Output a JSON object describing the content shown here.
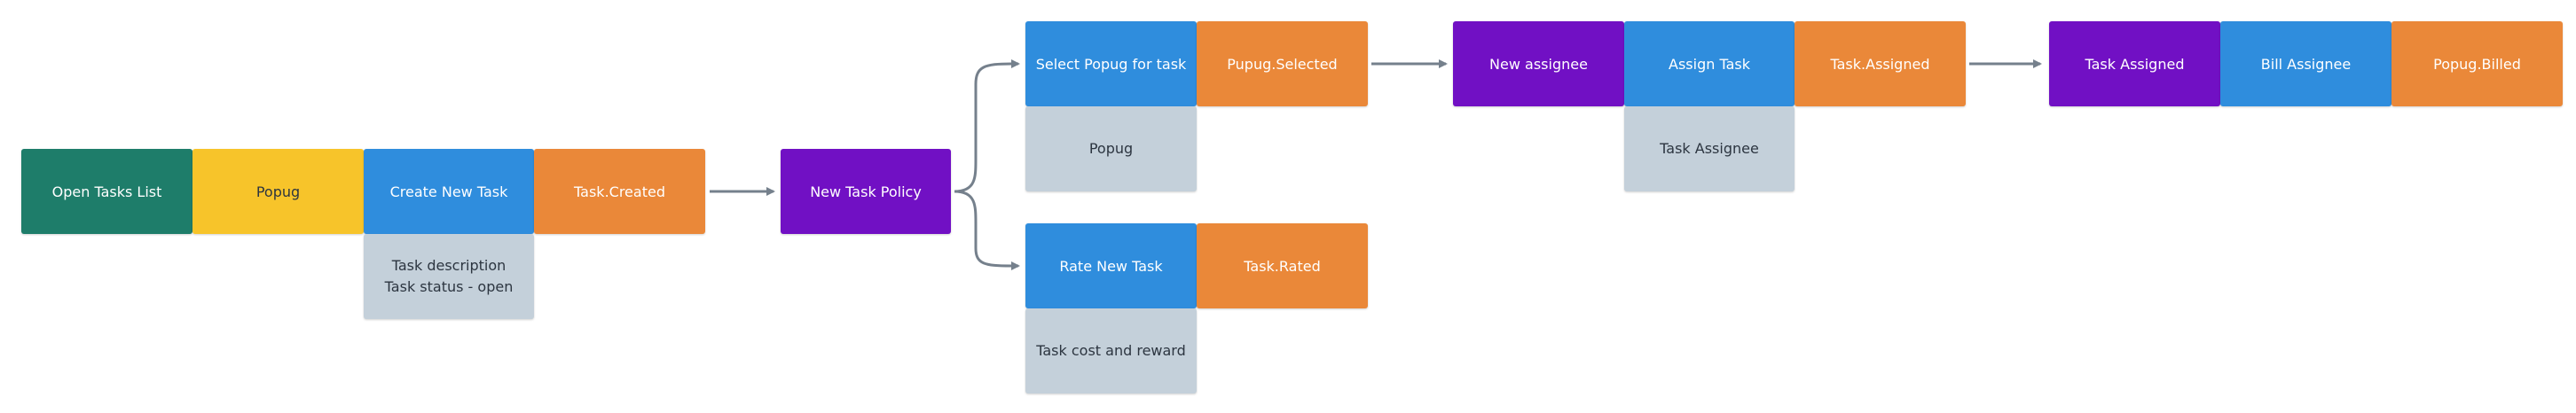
{
  "row1": {
    "open_tasks_list": "Open Tasks List",
    "popug": "Popug",
    "create_new_task": "Create New Task",
    "task_created": "Task.Created",
    "task_description": "Task description",
    "task_status": "Task status - open",
    "new_task_policy": "New Task Policy"
  },
  "branch_select": {
    "select_popug": "Select Popug for task",
    "pupug_selected": "Pupug.Selected",
    "popug": "Popug"
  },
  "branch_rate": {
    "rate_new_task": "Rate New Task",
    "task_rated": "Task.Rated",
    "task_cost_reward": "Task cost and reward"
  },
  "assign": {
    "new_assignee": "New assignee",
    "assign_task": "Assign Task",
    "task_assigned_event": "Task.Assigned",
    "task_assignee": "Task Assignee"
  },
  "billing": {
    "task_assigned": "Task Assigned",
    "bill_assignee": "Bill Assignee",
    "popug_billed": "Popug.Billed"
  },
  "colors": {
    "actor": "#1e7d6a",
    "user": "#f7c42a",
    "command": "#2f8ddd",
    "event": "#ea8839",
    "policy": "#7110c4",
    "read_model": "#c4d0da",
    "arrow": "#75808c"
  }
}
